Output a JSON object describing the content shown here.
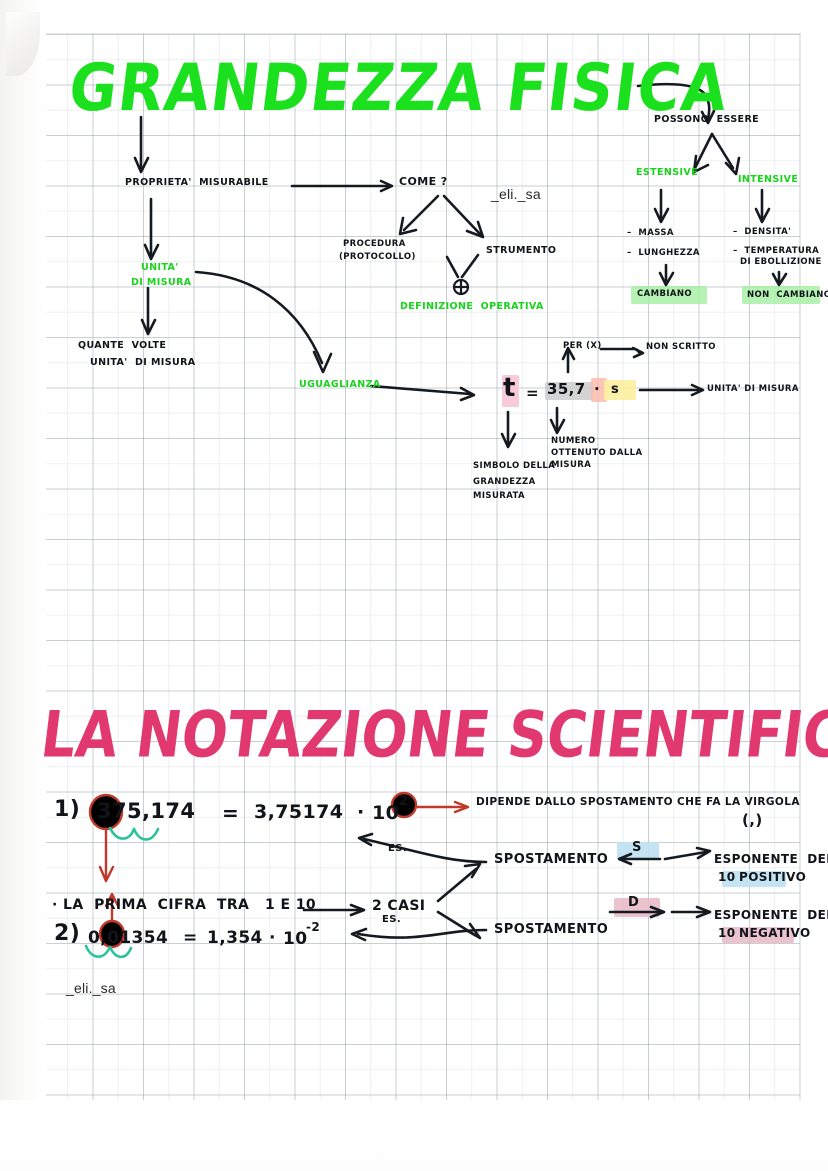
{
  "page": {
    "watermark": "_eli._sa",
    "background": "#ffffff",
    "grid_color": "#7a828c"
  },
  "colors": {
    "title_green": "#1ae01e",
    "title_pink": "#e1386f",
    "ink": "#141a1f",
    "red_pen": "#c0392b",
    "teal_pen": "#28c39a",
    "hl_green": "#a8f0a6",
    "hl_grey": "#c9c9c9",
    "hl_pink": "#f7c2d4",
    "hl_peach": "#fbb9a6",
    "hl_yellow": "#fcf0a0",
    "hl_blue": "#bfe1f2",
    "hl_rose": "#e6b9c6"
  },
  "section1": {
    "title": "GRANDEZZA FISICA",
    "nodes": {
      "proprieta": "PROPRIETA'  MISURABILE",
      "come": "COME ?",
      "procedura_l1": "PROCEDURA",
      "procedura_l2": "(PROTOCOLLO)",
      "strumento": "STRUMENTO",
      "plus_symbol": "⊕",
      "definizione_operativa": "DEFINIZIONE  OPERATIVA",
      "unita_l1": "UNITA'",
      "unita_l2": "DI MISURA",
      "quante_l1": "QUANTE  VOLTE",
      "quante_l2": "UNITA'  DI MISURA",
      "uguaglianza": "UGUAGLIANZA",
      "possono_essere": "POSSONO  ESSERE",
      "estensive": "ESTENSIVE",
      "intensive": "INTENSIVE",
      "estensive_ex1": "–  MASSA",
      "estensive_ex2": "–  LUNGHEZZA",
      "intensive_ex1": "–  DENSITA'",
      "intensive_ex2": "–  TEMPERATURA",
      "intensive_ex3": "DI EBOLLIZIONE",
      "cambiano": "CAMBIANO",
      "non_cambiano": "NON  CAMBIANO"
    },
    "formula": {
      "symbol": "t",
      "equals": "=",
      "number": "35,7",
      "dot": "·",
      "unit": "s",
      "per_x": "PER (X)",
      "non_scritto": "NON SCRITTO",
      "unita_di_misura": "UNITA' DI MISURA",
      "numero_l1": "NUMERO",
      "numero_l2": "OTTENUTO DALLA",
      "numero_l3": "MISURA",
      "simbolo_l1": "SIMBOLO DELLA",
      "simbolo_l2": "GRANDEZZA",
      "simbolo_l3": "MISURATA"
    }
  },
  "section2": {
    "title": "LA NOTAZIONE SCIENTIFICA",
    "example1": {
      "index": "1)",
      "left": "375,174",
      "equals": "=",
      "mantissa": "3,75174",
      "dot": "·",
      "base": "10",
      "exponent": "2"
    },
    "example2": {
      "index": "2)",
      "left": "0,01354",
      "equals": "=",
      "mantissa": "1,354",
      "dot": "·",
      "base": "10",
      "exponent": "-2"
    },
    "rule": "· LA  PRIMA  CIFRA  TRA   1 E 10",
    "rule_arrow_target": "2 CASI",
    "note_top": "DIPENDE DALLO SPOSTAMENTO CHE FA LA VIRGOLA",
    "note_top_comma": "(,)",
    "es_label_1": "ES.",
    "es_label_2": "ES.",
    "branch_positive": {
      "spostamento": "SPOSTAMENTO",
      "letter": "S",
      "result_l1": "ESPONENTE  DEL",
      "result_l2_prefix": "10 ",
      "result_l2_hl": "POSITIVO"
    },
    "branch_negative": {
      "spostamento": "SPOSTAMENTO",
      "letter": "D",
      "result_l1": "ESPONENTE  DEL",
      "result_l2_prefix": "10 ",
      "result_l2_hl": "NEGATIVO"
    }
  }
}
